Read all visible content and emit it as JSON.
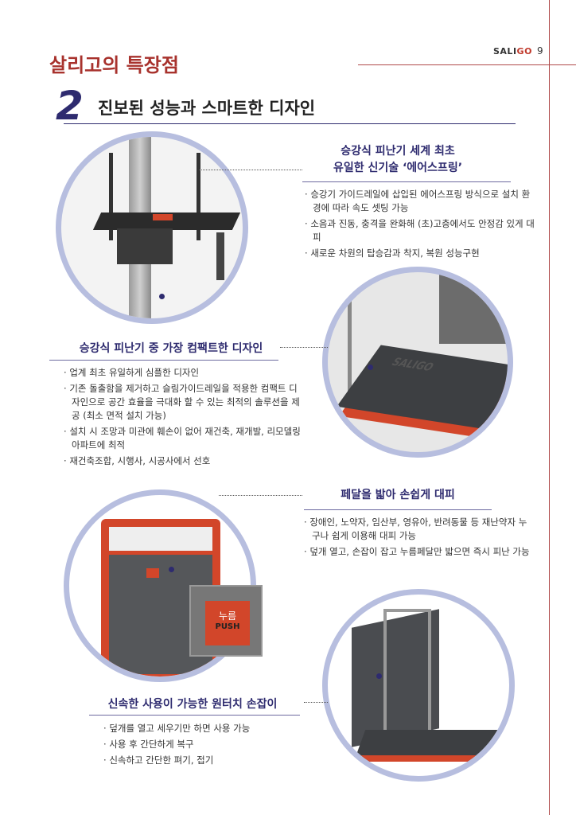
{
  "header": {
    "brand_prefix": "SALI",
    "brand_suffix": "GO",
    "page_number": "9",
    "title": "살리고의 특장점"
  },
  "section": {
    "number": "2",
    "title": "진보된 성능과 스마트한 디자인"
  },
  "features": [
    {
      "heading_lines": [
        "승강식 피난기 세계 최초",
        "유일한 신기술 ‘에어스프링’"
      ],
      "bullets": [
        "승강기 가이드레일에 삽입된 에어스프링 방식으로 설치 환경에 따라 속도 셋팅 가능",
        "소음과 진동, 충격을 완화해 (초)고층에서도 안정감 있게 대피",
        "새로운 차원의 탑승감과 착지, 복원 성능구현"
      ]
    },
    {
      "heading": "승강식 피난기 중 가장 컴팩트한 디자인",
      "bullets": [
        "업계 최초 유일하게 심플한 디자인",
        "기존 돌출함을 제거하고 슬림가이드레일을 적용한 컴팩트 디자인으로 공간 효율을 극대화 할 수 있는 최적의 솔루션을  제공 (최소 면적 설치 가능)",
        "설치 시 조망과 미관에 훼손이 없어 재건축, 재개발, 리모델링 아파트에 최적",
        "재건축조합, 시행사, 시공사에서 선호"
      ]
    },
    {
      "heading": "페달을 밟아 손쉽게 대피",
      "bullets": [
        "장애인, 노약자, 임산부, 영유아, 반려동물 등 재난약자 누구나 쉽게 이용해 대피 가능",
        "덮개 열고, 손잡이 잡고 누름페달만 밟으면 즉시 피난 가능"
      ]
    },
    {
      "heading": "신속한 사용이 가능한 원터치 손잡이",
      "bullets": [
        "덮개를 열고 세우기만 하면 사용 가능",
        "사용 후 간단하게 복구",
        "신속하고 간단한 펴기, 접기"
      ]
    }
  ],
  "images": {
    "lid_logo": "SALIGO",
    "push_button_ko": "누름",
    "push_button_en": "PUSH"
  },
  "colors": {
    "accent_red": "#a8322d",
    "navy": "#2e2b6f",
    "circle_border": "#b7bedf",
    "product_red": "#d2462a"
  }
}
